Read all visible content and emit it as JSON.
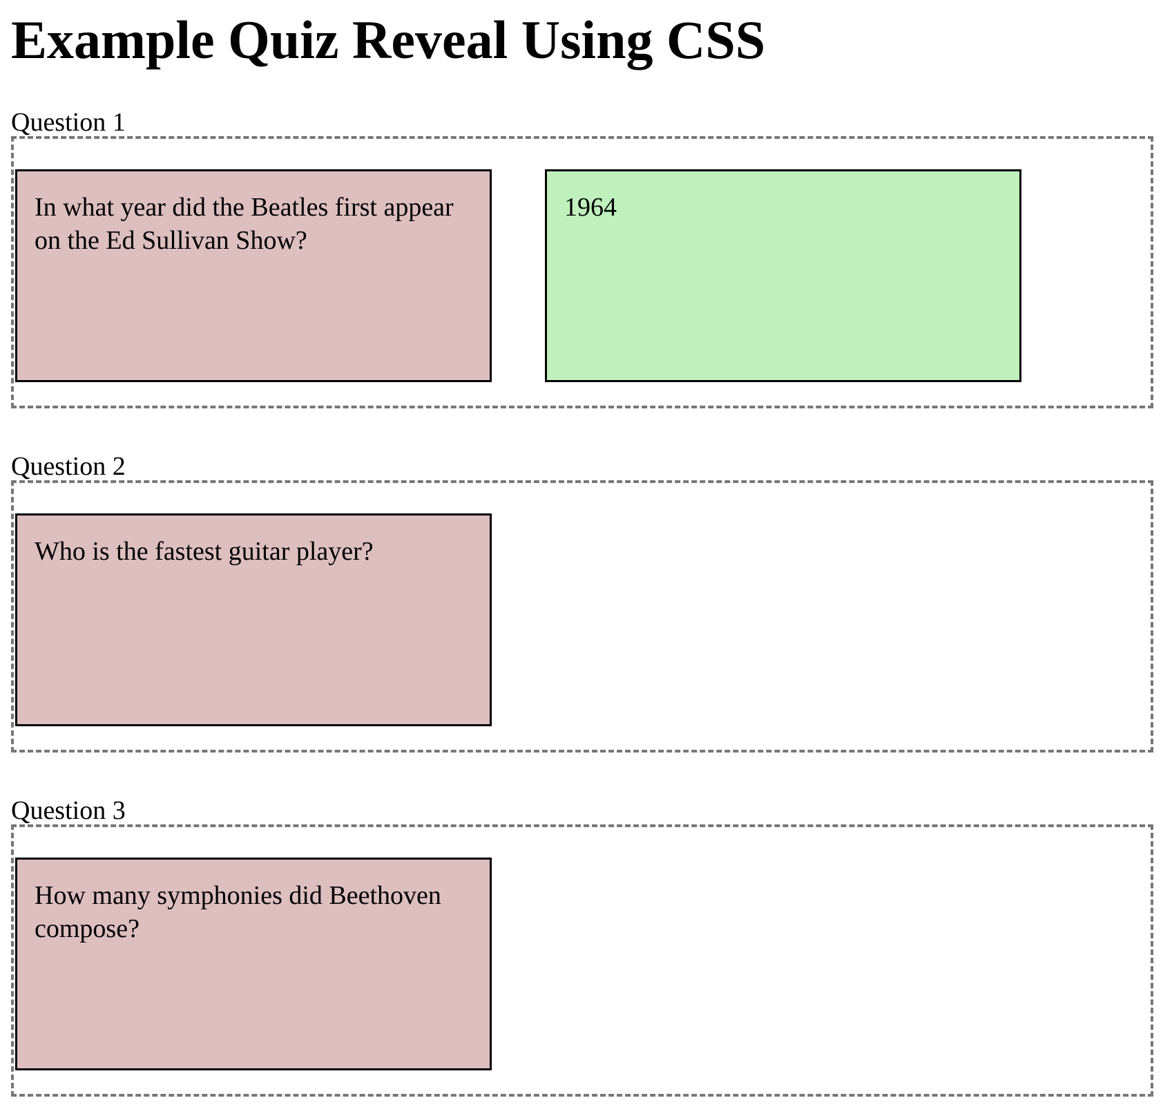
{
  "page": {
    "title": "Example Quiz Reveal Using CSS"
  },
  "colors": {
    "question_card": "#ddbfc0",
    "answer_card": "#c0f1bd",
    "dashed_border": "#777777"
  },
  "questions": [
    {
      "label": "Question 1",
      "question": "In what year did the Beatles first appear on the Ed Sullivan Show?",
      "answer": "1964",
      "answer_revealed": true
    },
    {
      "label": "Question 2",
      "question": "Who is the fastest guitar player?",
      "answer_revealed": false
    },
    {
      "label": "Question 3",
      "question": "How many symphonies did Beethoven compose?",
      "answer_revealed": false
    }
  ]
}
